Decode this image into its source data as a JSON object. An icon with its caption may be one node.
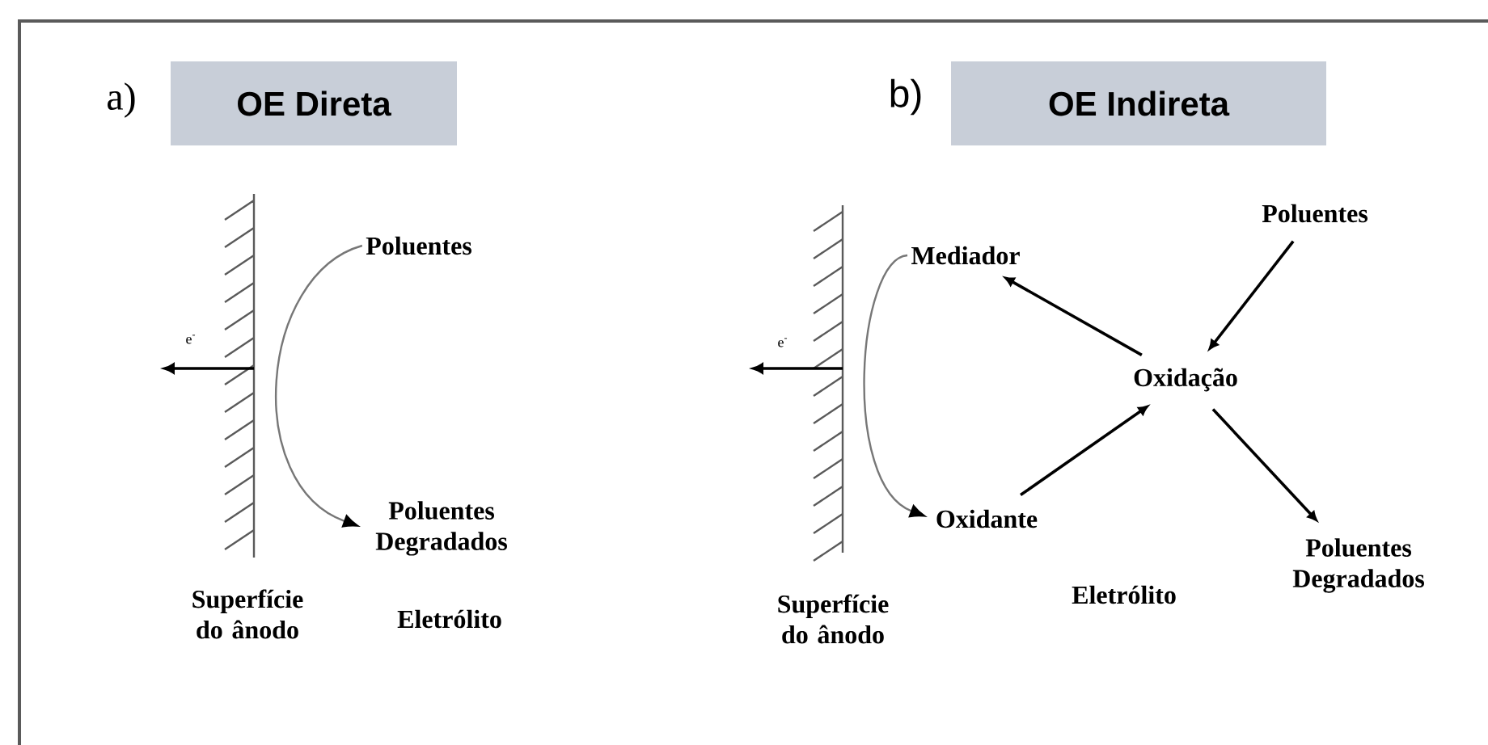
{
  "diagram": {
    "nodes": [
      {
        "text": [
          "OE Direta"
        ],
        "beside": [
          "a)"
        ]
      },
      {
        "text": [
          "Poluentes"
        ]
      },
      {
        "text": [
          "Poluentes Degradados"
        ]
      },
      {
        "text": [
          "OE Indireta"
        ],
        "beside": [
          "b)"
        ]
      },
      {
        "text": [
          "Mediador"
        ]
      },
      {
        "text": [
          "Poluentes"
        ]
      },
      {
        "text": [
          "Oxidação"
        ]
      },
      {
        "text": [
          "Oxidante"
        ]
      },
      {
        "text": [
          "Poluentes Degradados"
        ]
      }
    ],
    "edges": [
      {
        "from": 1,
        "to": 2,
        "arrow": "to",
        "color": "#777777"
      },
      {
        "from": 4,
        "to": 7,
        "arrow": "to",
        "color": "#777777"
      },
      {
        "from": 6,
        "to": 4,
        "arrow": "to"
      },
      {
        "from": 5,
        "to": 6,
        "arrow": "to"
      },
      {
        "from": 7,
        "to": 6,
        "arrow": "to"
      },
      {
        "from": 6,
        "to": 8,
        "arrow": "to"
      }
    ],
    "labels": [
      "e$^{-}$",
      "Superfície do ânodo",
      "Eletrólito",
      "e$^{-}$",
      "Superfície do ânodo",
      "Eletrólito"
    ]
  }
}
